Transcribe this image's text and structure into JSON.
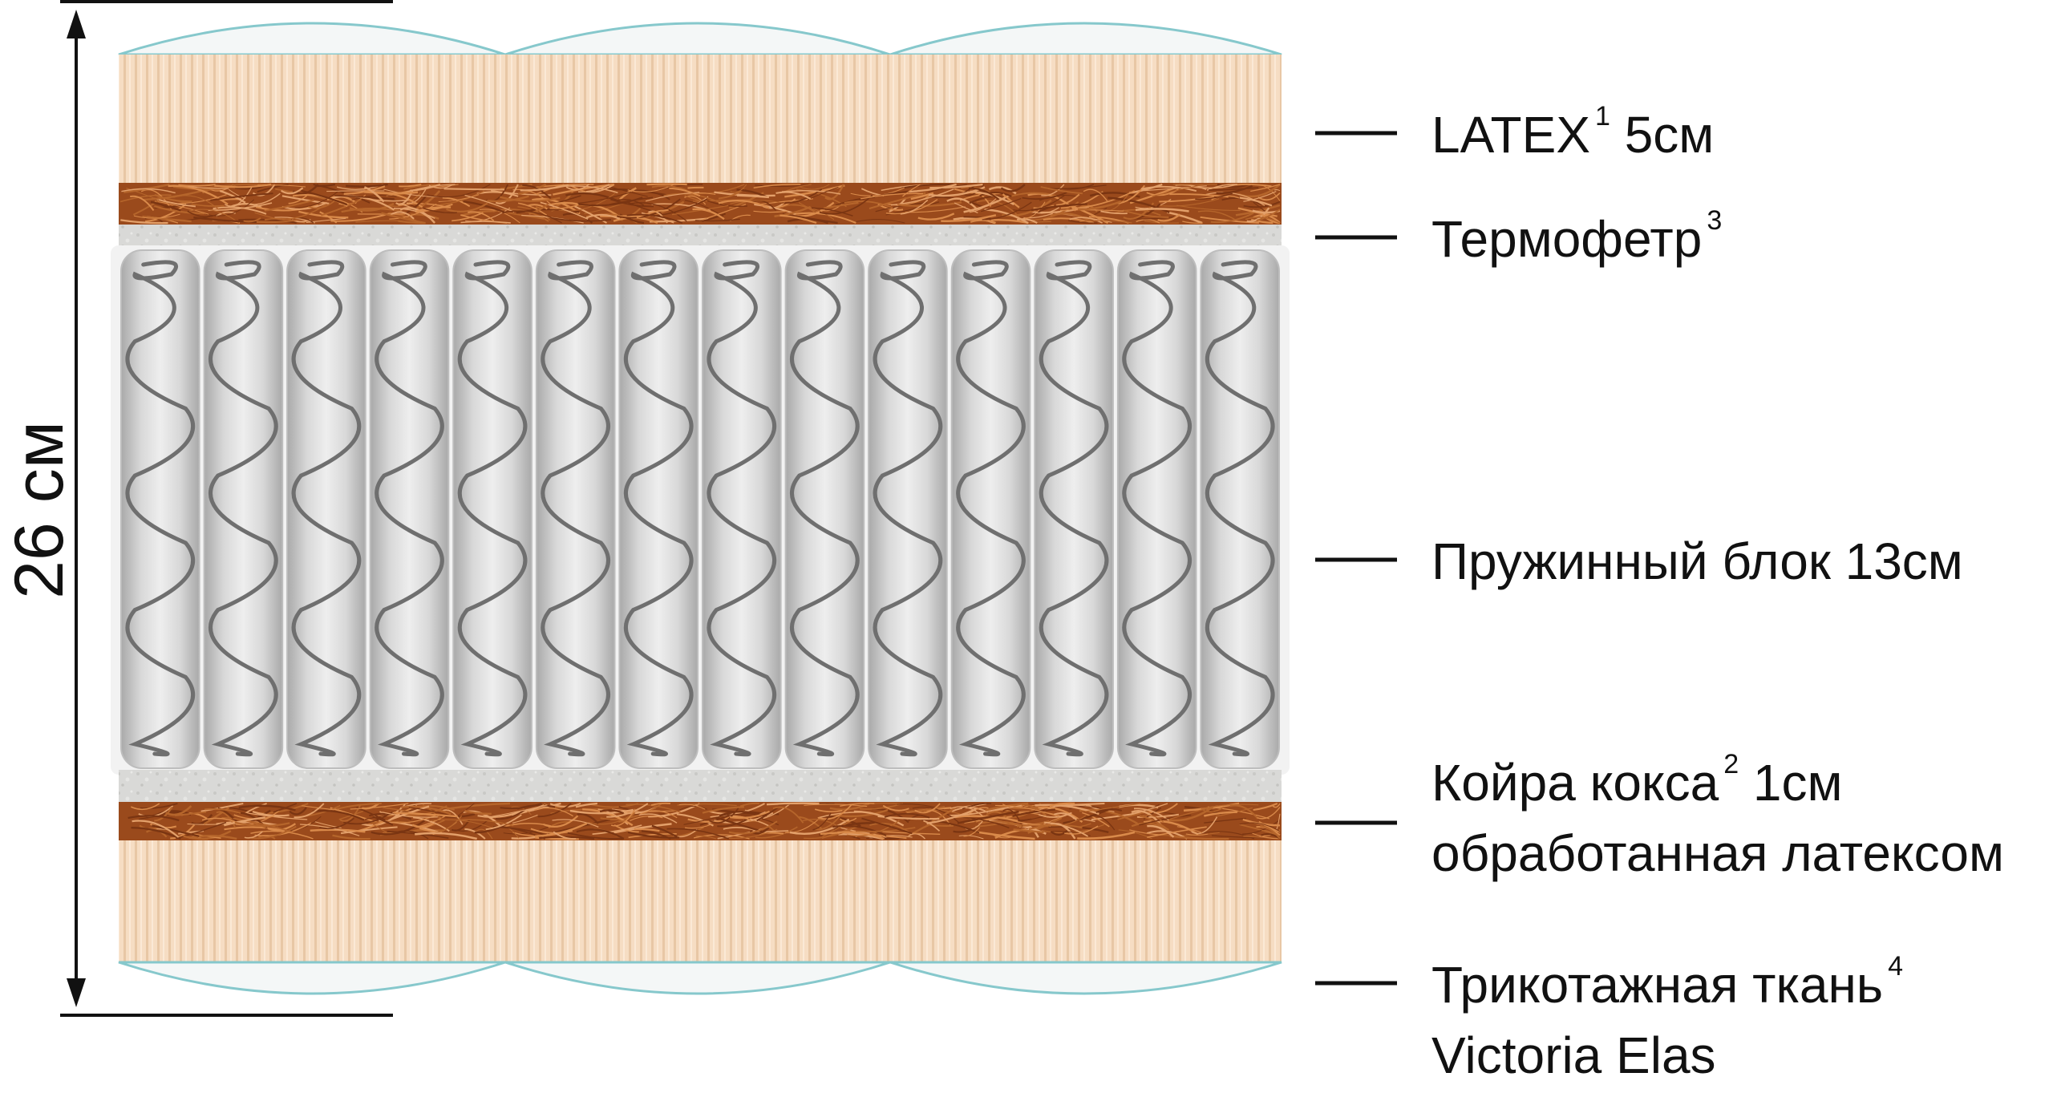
{
  "height_label": "26 см",
  "layers": [
    {
      "id": "latex",
      "text": "LATEX",
      "sup": "1",
      "tail": " 5см"
    },
    {
      "id": "thermofelt",
      "text": "Термофетр",
      "sup": "3",
      "tail": ""
    },
    {
      "id": "spring",
      "text": "Пружинный блок 13см",
      "sup": "",
      "tail": ""
    },
    {
      "id": "coir",
      "text": "Койра кокса",
      "sup": "2",
      "tail": " 1см",
      "line2": "обработанная латексом"
    },
    {
      "id": "fabric",
      "text": "Трикотажная ткань",
      "sup": "4",
      "tail": "",
      "line2": "Victoria Elas"
    }
  ],
  "colors": {
    "latex": "#f6ddc3",
    "latex_stripe": "#e9c9a7",
    "coir": "#9a4a1c",
    "coir_fiber": "#d98a4a",
    "felt": "#d6d6d4",
    "cover_line": "#86c8cc",
    "spring_pocket": "#c7c7c7",
    "spring_coil": "#6f6f6f",
    "ink": "#111111"
  },
  "spring_count": 14
}
